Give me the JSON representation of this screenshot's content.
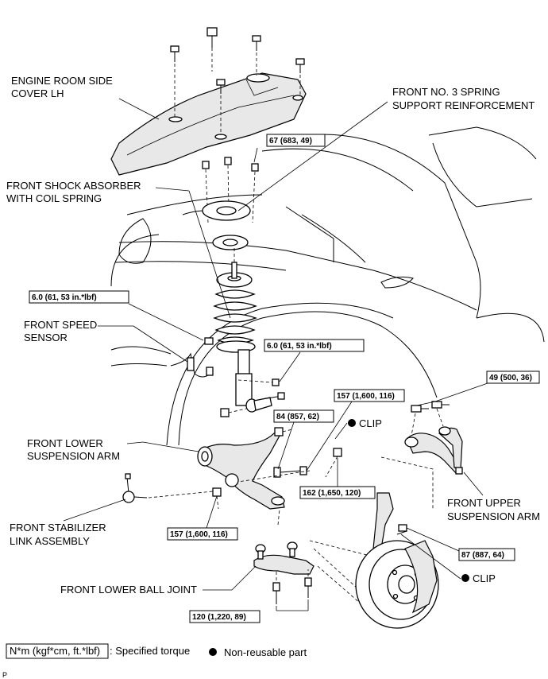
{
  "labels": {
    "engine_cover": [
      "ENGINE ROOM SIDE",
      "COVER LH"
    ],
    "spring_support": [
      "FRONT NO. 3 SPRING",
      "SUPPORT REINFORCEMENT"
    ],
    "shock_absorber": [
      "FRONT SHOCK ABSORBER",
      "WITH COIL SPRING"
    ],
    "speed_sensor": [
      "FRONT SPEED",
      "SENSOR"
    ],
    "lower_arm": [
      "FRONT LOWER",
      "SUSPENSION ARM"
    ],
    "stabilizer_link": [
      "FRONT STABILIZER",
      "LINK ASSEMBLY"
    ],
    "lower_ball_joint": "FRONT LOWER BALL JOINT",
    "upper_arm": [
      "FRONT UPPER",
      "SUSPENSION ARM"
    ],
    "clip_1": "CLIP",
    "clip_2": "CLIP"
  },
  "torques": {
    "t_67": "67 (683, 49)",
    "t_6a": "6.0 (61, 53 in.*lbf)",
    "t_6b": "6.0 (61, 53 in.*lbf)",
    "t_157a": "157 (1,600, 116)",
    "t_84": "84 (857, 62)",
    "t_49": "49 (500, 36)",
    "t_162": "162 (1,650, 120)",
    "t_157b": "157 (1,600, 116)",
    "t_87": "87 (887, 64)",
    "t_120": "120 (1,220, 89)"
  },
  "legend": {
    "torque_box": "N*m (kgf*cm, ft.*lbf)",
    "torque_desc": ": Specified torque",
    "nonreusable": "Non-reusable part"
  },
  "corner_code": "P"
}
